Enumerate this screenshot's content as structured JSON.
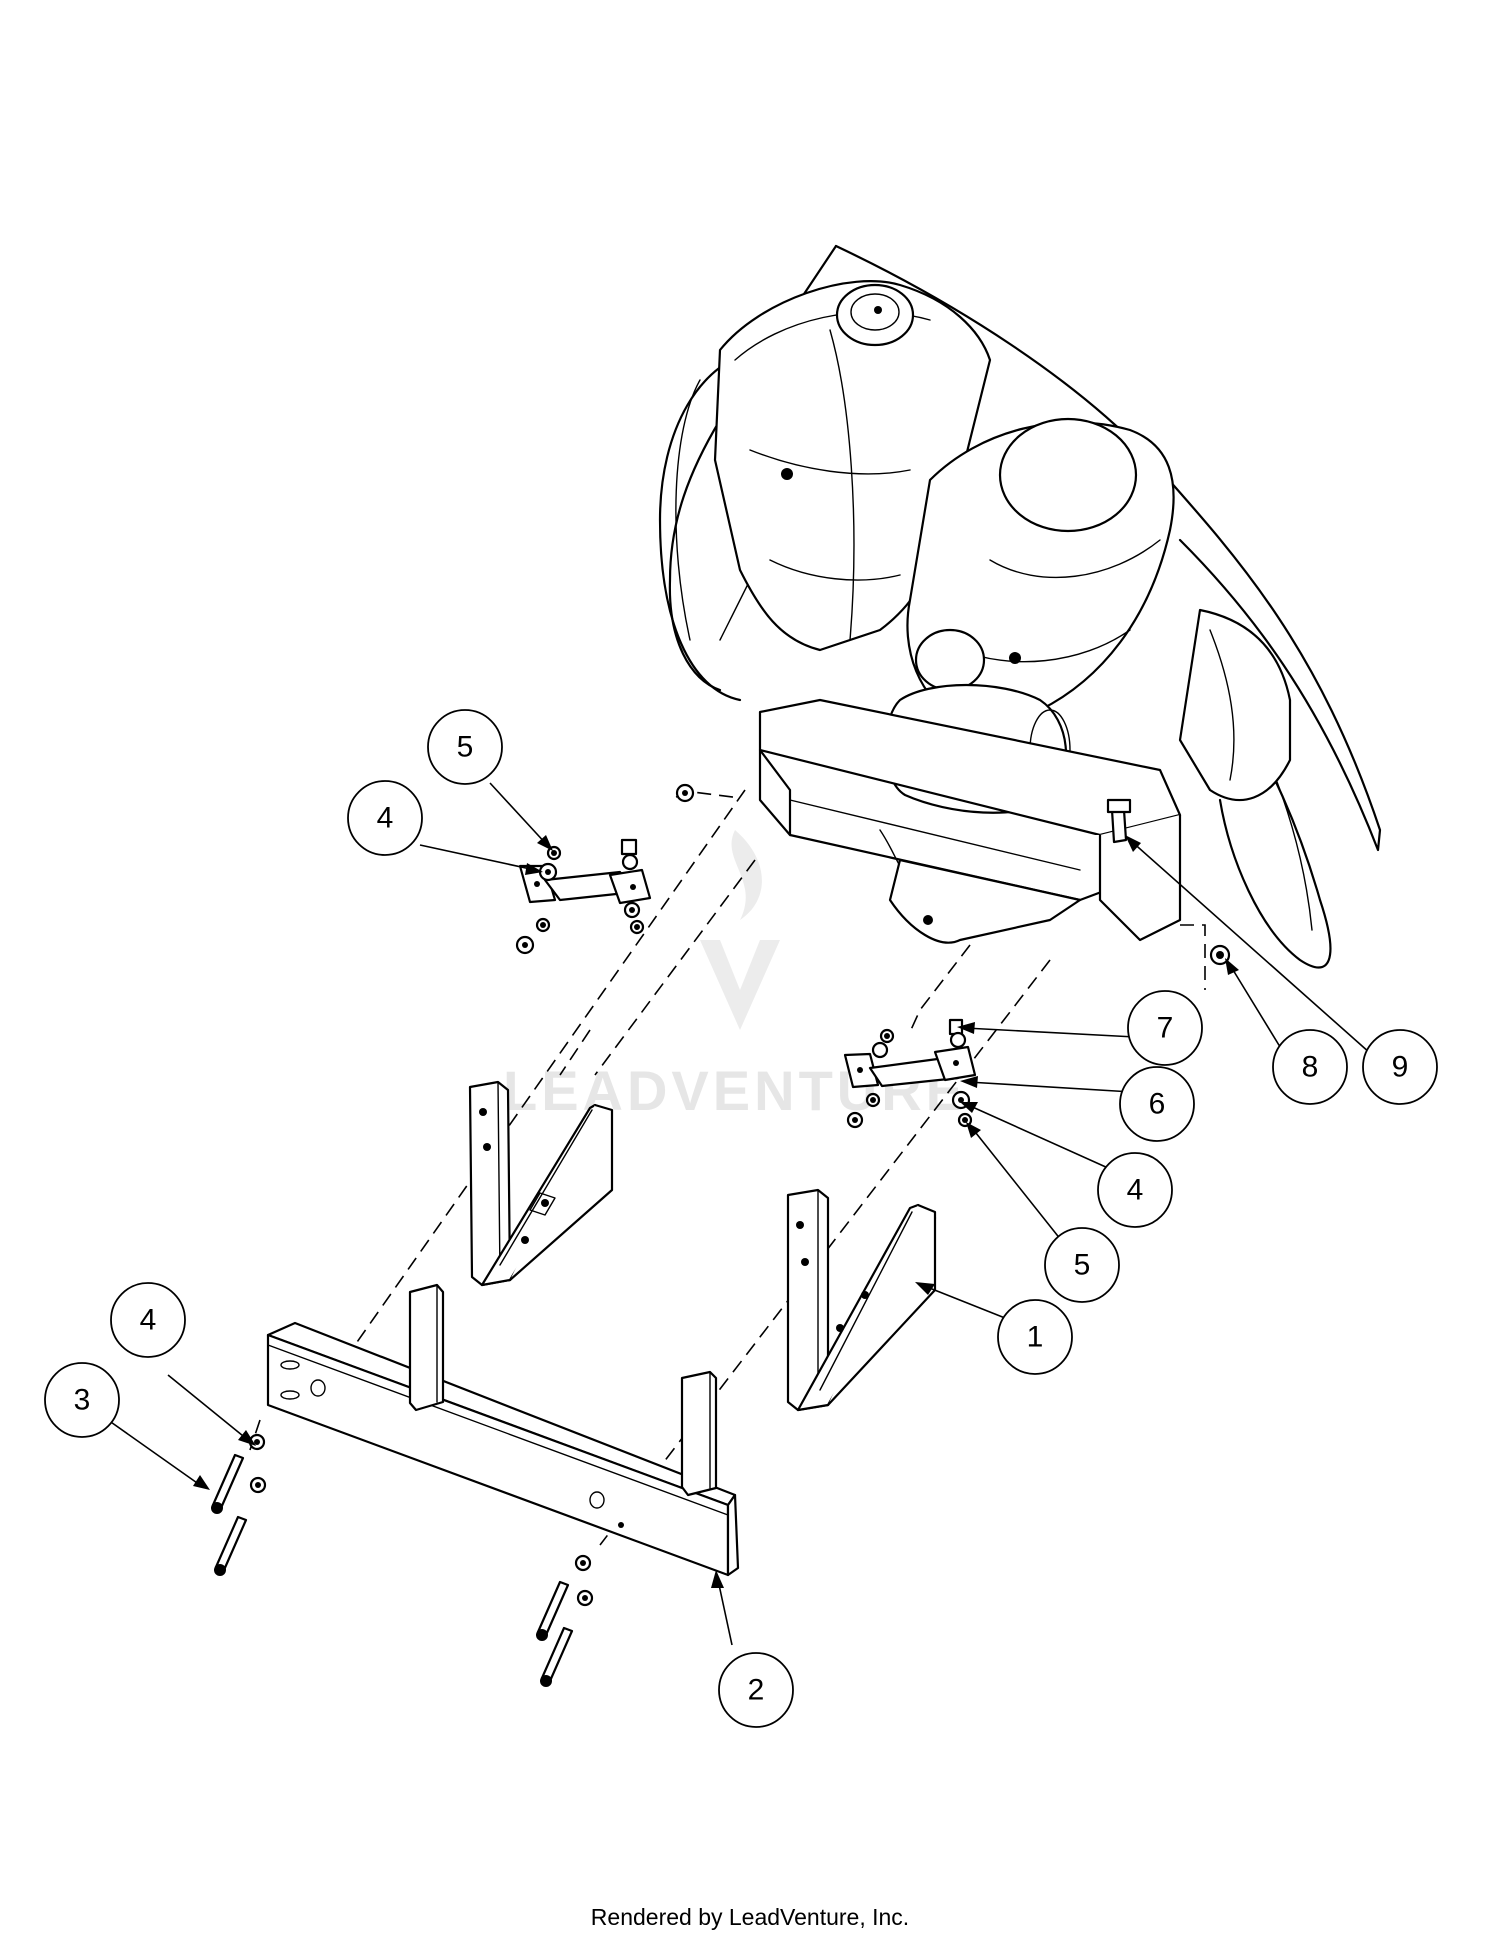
{
  "callouts": [
    {
      "id": "c1",
      "label": "1"
    },
    {
      "id": "c2",
      "label": "2"
    },
    {
      "id": "c3",
      "label": "3"
    },
    {
      "id": "c4a",
      "label": "4"
    },
    {
      "id": "c4b",
      "label": "4"
    },
    {
      "id": "c4c",
      "label": "4"
    },
    {
      "id": "c5a",
      "label": "5"
    },
    {
      "id": "c5b",
      "label": "5"
    },
    {
      "id": "c6",
      "label": "6"
    },
    {
      "id": "c7",
      "label": "7"
    },
    {
      "id": "c8",
      "label": "8"
    },
    {
      "id": "c9",
      "label": "9"
    }
  ],
  "watermark": {
    "text": "LEADVENTURE"
  },
  "footer": {
    "text": "Rendered by LeadVenture, Inc."
  }
}
